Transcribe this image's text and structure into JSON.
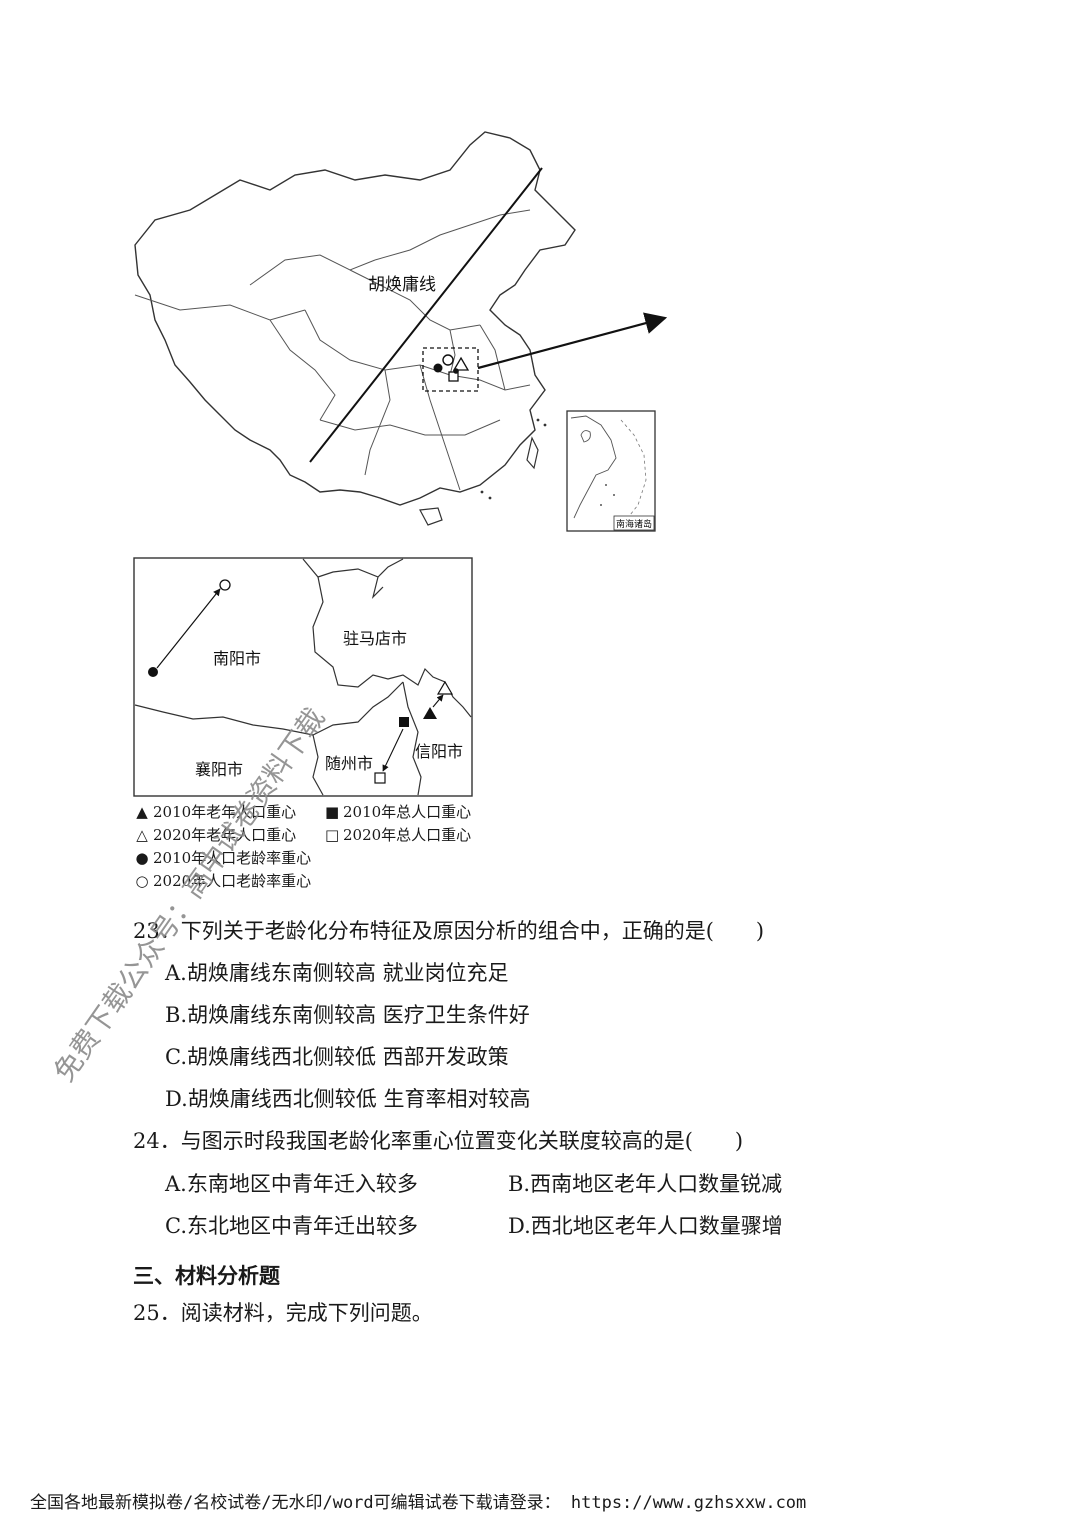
{
  "map": {
    "line_label": "胡焕庸线",
    "inset_label": "南海诸岛"
  },
  "detail_map": {
    "labels": {
      "nanyang": "南阳市",
      "zhumadian": "驻马店市",
      "xinyang": "信阳市",
      "xiangyang": "襄阳市",
      "suizhou": "随州市"
    }
  },
  "legend": {
    "items": [
      {
        "symbol": "▲",
        "text": "2010年老年人口重心"
      },
      {
        "symbol": "■",
        "text": "2010年总人口重心"
      },
      {
        "symbol": "△",
        "text": "2020年老年人口重心"
      },
      {
        "symbol": "□",
        "text": "2020年总人口重心"
      },
      {
        "symbol": "●",
        "text": "2010年人口老龄率重心"
      },
      {
        "symbol": "○",
        "text": "2020年人口老龄率重心"
      }
    ]
  },
  "questions": {
    "q23": {
      "stem": "23．下列关于老龄化分布特征及原因分析的组合中，正确的是(　　)",
      "options": [
        "A.胡焕庸线东南侧较高  就业岗位充足",
        "B.胡焕庸线东南侧较高  医疗卫生条件好",
        "C.胡焕庸线西北侧较低  西部开发政策",
        "D.胡焕庸线西北侧较低  生育率相对较高"
      ]
    },
    "q24": {
      "stem": "24．与图示时段我国老龄化率重心位置变化关联度较高的是(　　)",
      "options": [
        "A.东南地区中青年迁入较多",
        "B.西南地区老年人口数量锐减",
        "C.东北地区中青年迁出较多",
        "D.西北地区老年人口数量骤增"
      ]
    },
    "section": "三、材料分析题",
    "q25": "25．阅读材料，完成下列问题。"
  },
  "watermark": "免费下载公众号：高中试卷资料下载",
  "footer": "全国各地最新模拟卷/名校试卷/无水印/word可编辑试卷下载请登录： https://www.gzhsxxw.com"
}
